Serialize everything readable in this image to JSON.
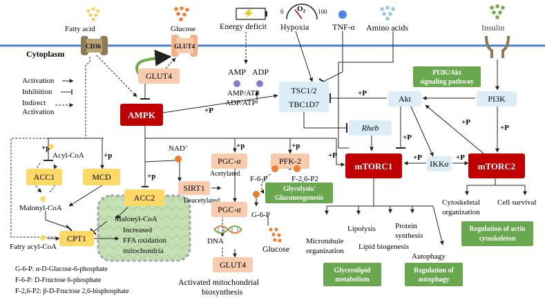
{
  "membrane": {
    "cytoplasm_label": "Cytoplasm",
    "color": "#4a7fd0"
  },
  "ligands": {
    "fatty_acid": "Fatty acid",
    "glucose": "Glucose",
    "energy_deficit": "Energy deficit",
    "o2": "O",
    "o2_sub": "2",
    "hypoxia": "Hypoxia",
    "hypoxia_scale_min": "0",
    "hypoxia_scale_max": "100",
    "tnf": "TNF-",
    "tnf_greek": "α",
    "amino_acids": "Amino acids",
    "insulin": "Insulin"
  },
  "transporters": {
    "cd36": "CD36",
    "glut4_membrane": "GLUT4",
    "insulin_receptor_icon": "receptor-icon"
  },
  "legend": {
    "activation": "Activation",
    "inhibition": "Inhibition",
    "indirect_line1": "Indirect",
    "indirect_line2": "Activation"
  },
  "nodes": {
    "glut4_vesicle": "GLUT4",
    "ampk": "AMPK",
    "amp": "AMP",
    "adp": "ADP",
    "amp_atp": "AMP/ATP",
    "adp_atp": "ADP/ATP",
    "tsc": "TSC1/2",
    "tbc": "TBC1D7",
    "akt": "Akt",
    "pi3k": "PI3K",
    "rheb": "Rheb",
    "mtorc1": "mTORC1",
    "mtorc2": "mTORC2",
    "ikk": "IKK",
    "ikk_greek": "α",
    "nad": "NAD",
    "nad_sup": "+",
    "acetylated": "Acetylated",
    "deacetylated": "Deacetylated",
    "sirt1": "SIRT1",
    "pgc_top": "PGC-",
    "pgc_bottom": "PGC-",
    "pgc_greek": "α",
    "pfk2": "PFK-2",
    "f6p": "F-6-P",
    "f26p2": "F-2,6-P2",
    "g6p": "G-6-P",
    "acc1": "ACC1",
    "acyl_coa": "Acyl-CoA",
    "mcd": "MCD",
    "acc2": "ACC2",
    "malonyl_coa_left": "Malonyl-CoA",
    "malonyl_coa_right": "Malonyl-CoA",
    "cpt1": "CPT1",
    "fatty_acyl_coa": "Fatty acyl-CoA",
    "ffa_line1": "Increased",
    "ffa_line2": "FFA oxidation",
    "ffa_line3": "mitochondria",
    "dna": "DNA",
    "glut4_bottom": "GLUT4",
    "glucose_bottom": "Glucose",
    "mito_bio_line1": "Activated mitochondrial",
    "mito_bio_line2": "biosynthesis"
  },
  "edge_labels": {
    "plus_p": "+P",
    "plus_p_small": "+p"
  },
  "outputs": {
    "cytoskeletal_line1": "Cytoskeletal",
    "cytoskeletal_line2": "organization",
    "cell_survival": "Cell survival",
    "microtubule_line1": "Microtubule",
    "microtubule_line2": "organization",
    "lipolysis": "Lipolysis",
    "protein_line1": "Protein",
    "protein_line2": "synthesis",
    "lipid_biogenesis": "Lipid biogenesis",
    "autophagy": "Autophagy"
  },
  "green_boxes": {
    "pi3k_akt_line1": "PI3K/Akt",
    "pi3k_akt_line2": "signaling pathway",
    "glycolysis_line1": "Glycolysis/",
    "glycolysis_line2": "Gluconeogenesis",
    "actin_line1": "Regulation of actin",
    "actin_line2": "cytoskeleton",
    "glycerolipid_line1": "Glycerolipid",
    "glycerolipid_line2": "metabolism",
    "autophagy_line1": "Regulation of",
    "autophagy_line2": "autophagy"
  },
  "footnotes": {
    "g6p": "G-6-P: α-D-Glucose-6-phosphate",
    "f6p": "F-6-P: D-Fructose 6-phosphate",
    "f26p2": "F-2,6-P2: β-D-Fructose 2,6-bisphosphate"
  },
  "colors": {
    "red_node": "#c00000",
    "peach_node": "#f8cbad",
    "yellow_node": "#ffd966",
    "blue_node": "#dbeef8",
    "green_box": "#6aa84f",
    "orange_dot": "#ed7d31",
    "mito_fill": "#c5e0b4"
  }
}
